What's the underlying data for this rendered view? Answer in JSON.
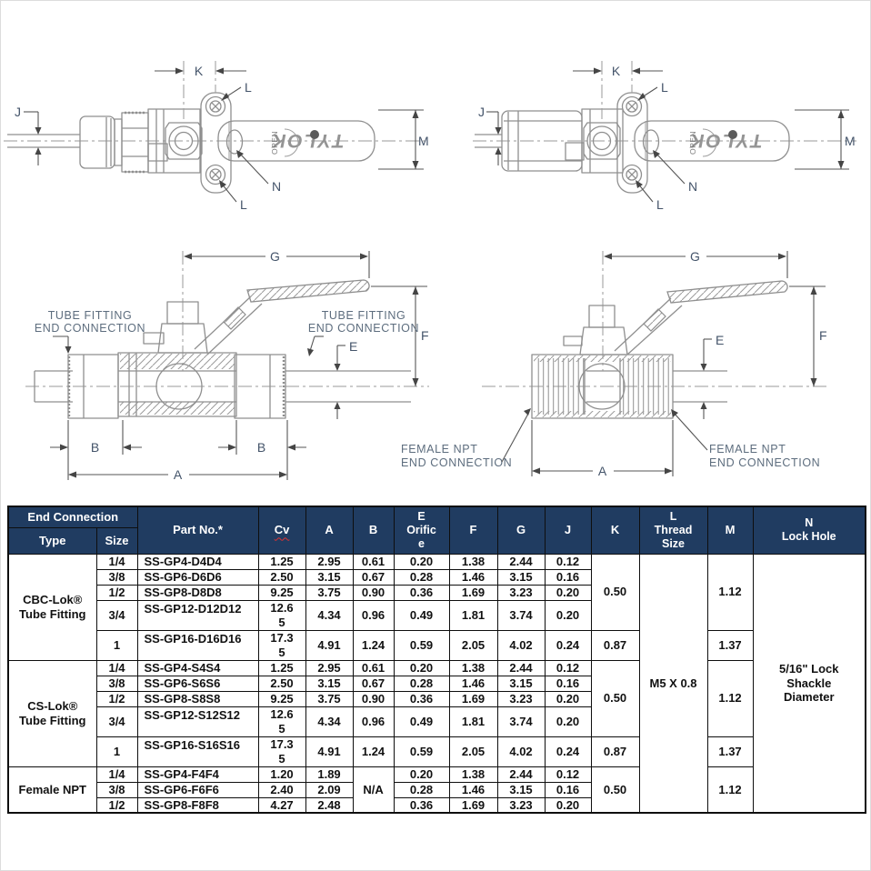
{
  "drawings": {
    "dims": {
      "k": "K",
      "l": "L",
      "j": "J",
      "m": "M",
      "n": "N",
      "g": "G",
      "f": "F",
      "e": "E",
      "b": "B",
      "a": "A"
    },
    "brand": "TYLOK",
    "open_label": "OPEN",
    "cap_tube_1": "TUBE FITTING",
    "cap_tube_2": "END CONNECTION",
    "cap_npt_1": "FEMALE NPT",
    "cap_npt_2": "END CONNECTION"
  },
  "table": {
    "colors": {
      "header_bg": "#203c61",
      "header_text": "#ffffff",
      "border": "#0e0e0e",
      "squiggle": "#dc3232"
    },
    "header": {
      "end_connection": "End Connection",
      "type": "Type",
      "size": "Size",
      "part_no": "Part No.*",
      "cv": "Cv",
      "a": "A",
      "b": "B",
      "e_orifice": "E\nOrific\ne",
      "f": "F",
      "g": "G",
      "j": "J",
      "k": "K",
      "l_thread": "L\nThread\nSize",
      "m": "M",
      "n_lock": "N\nLock Hole"
    },
    "l_thread_value": "M5 X 0.8",
    "n_lock_value": "5/16\" Lock\nShackle\nDiameter",
    "groups": [
      {
        "type": "CBC-Lok®\nTube Fitting",
        "k": "0.50",
        "k_last": "0.87",
        "m": "1.12",
        "m_last": "1.37",
        "rows": [
          {
            "size": "1/4",
            "part": "SS-GP4-D4D4",
            "cv": "1.25",
            "a": "2.95",
            "b": "0.61",
            "e": "0.20",
            "f": "1.38",
            "g": "2.44",
            "j": "0.12"
          },
          {
            "size": "3/8",
            "part": "SS-GP6-D6D6",
            "cv": "2.50",
            "a": "3.15",
            "b": "0.67",
            "e": "0.28",
            "f": "1.46",
            "g": "3.15",
            "j": "0.16"
          },
          {
            "size": "1/2",
            "part": "SS-GP8-D8D8",
            "cv": "9.25",
            "a": "3.75",
            "b": "0.90",
            "e": "0.36",
            "f": "1.69",
            "g": "3.23",
            "j": "0.20"
          },
          {
            "size": "3/4",
            "part": "SS-GP12-D12D12",
            "cv": "12.6\n5",
            "a": "4.34",
            "b": "0.96",
            "e": "0.49",
            "f": "1.81",
            "g": "3.74",
            "j": "0.20"
          },
          {
            "size": "1",
            "part": "SS-GP16-D16D16",
            "cv": "17.3\n5",
            "a": "4.91",
            "b": "1.24",
            "e": "0.59",
            "f": "2.05",
            "g": "4.02",
            "j": "0.24"
          }
        ]
      },
      {
        "type": "CS-Lok®\nTube Fitting",
        "k": "0.50",
        "k_last": "0.87",
        "m": "1.12",
        "m_last": "1.37",
        "rows": [
          {
            "size": "1/4",
            "part": "SS-GP4-S4S4",
            "cv": "1.25",
            "a": "2.95",
            "b": "0.61",
            "e": "0.20",
            "f": "1.38",
            "g": "2.44",
            "j": "0.12"
          },
          {
            "size": "3/8",
            "part": "SS-GP6-S6S6",
            "cv": "2.50",
            "a": "3.15",
            "b": "0.67",
            "e": "0.28",
            "f": "1.46",
            "g": "3.15",
            "j": "0.16"
          },
          {
            "size": "1/2",
            "part": "SS-GP8-S8S8",
            "cv": "9.25",
            "a": "3.75",
            "b": "0.90",
            "e": "0.36",
            "f": "1.69",
            "g": "3.23",
            "j": "0.20"
          },
          {
            "size": "3/4",
            "part": "SS-GP12-S12S12",
            "cv": "12.6\n5",
            "a": "4.34",
            "b": "0.96",
            "e": "0.49",
            "f": "1.81",
            "g": "3.74",
            "j": "0.20"
          },
          {
            "size": "1",
            "part": "SS-GP16-S16S16",
            "cv": "17.3\n5",
            "a": "4.91",
            "b": "1.24",
            "e": "0.59",
            "f": "2.05",
            "g": "4.02",
            "j": "0.24"
          }
        ]
      },
      {
        "type": "Female NPT",
        "k": "0.50",
        "m": "1.12",
        "b_merged": "N/A",
        "rows": [
          {
            "size": "1/4",
            "part": "SS-GP4-F4F4",
            "cv": "1.20",
            "a": "1.89",
            "e": "0.20",
            "f": "1.38",
            "g": "2.44",
            "j": "0.12"
          },
          {
            "size": "3/8",
            "part": "SS-GP6-F6F6",
            "cv": "2.40",
            "a": "2.09",
            "e": "0.28",
            "f": "1.46",
            "g": "3.15",
            "j": "0.16"
          },
          {
            "size": "1/2",
            "part": "SS-GP8-F8F8",
            "cv": "4.27",
            "a": "2.48",
            "e": "0.36",
            "f": "1.69",
            "g": "3.23",
            "j": "0.20"
          }
        ]
      }
    ]
  }
}
